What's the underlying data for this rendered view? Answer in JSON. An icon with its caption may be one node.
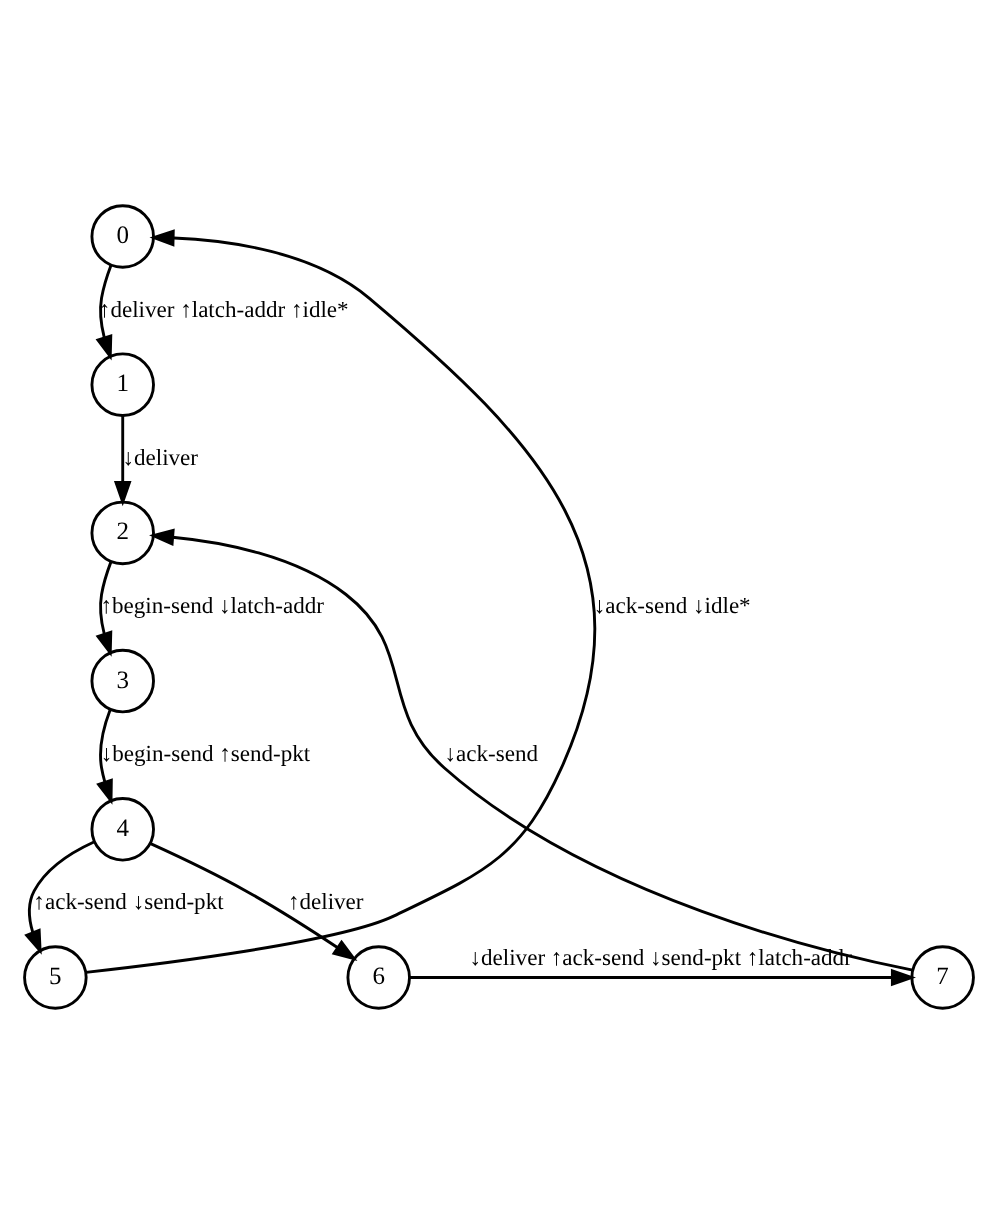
{
  "diagram": {
    "nodes": [
      {
        "text": [
          "0"
        ]
      },
      {
        "text": [
          "1"
        ]
      },
      {
        "text": [
          "2"
        ]
      },
      {
        "text": [
          "3"
        ]
      },
      {
        "text": [
          "4"
        ]
      },
      {
        "text": [
          "5"
        ]
      },
      {
        "text": [
          "6"
        ]
      },
      {
        "text": [
          "7"
        ]
      }
    ],
    "edges": [
      {
        "from": 0,
        "to": 1,
        "arrow": "to",
        "label": "↑deliver ↑latch-addr ↑idle*"
      },
      {
        "from": 1,
        "to": 2,
        "arrow": "to",
        "label": "↓deliver"
      },
      {
        "from": 2,
        "to": 3,
        "arrow": "to",
        "label": "↑begin-send ↓latch-addr"
      },
      {
        "from": 3,
        "to": 4,
        "arrow": "to",
        "label": "↓begin-send ↑send-pkt"
      },
      {
        "from": 4,
        "to": 5,
        "arrow": "to",
        "label": "↑ack-send ↓send-pkt"
      },
      {
        "from": 4,
        "to": 6,
        "arrow": "to",
        "label": "↑deliver"
      },
      {
        "from": 6,
        "to": 7,
        "arrow": "to",
        "label": "↓deliver ↑ack-send ↓send-pkt ↑latch-addr"
      },
      {
        "from": 5,
        "to": 0,
        "arrow": "to",
        "label": "↓ack-send ↓idle*"
      },
      {
        "from": 7,
        "to": 2,
        "arrow": "to",
        "label": "↓ack-send"
      }
    ]
  }
}
